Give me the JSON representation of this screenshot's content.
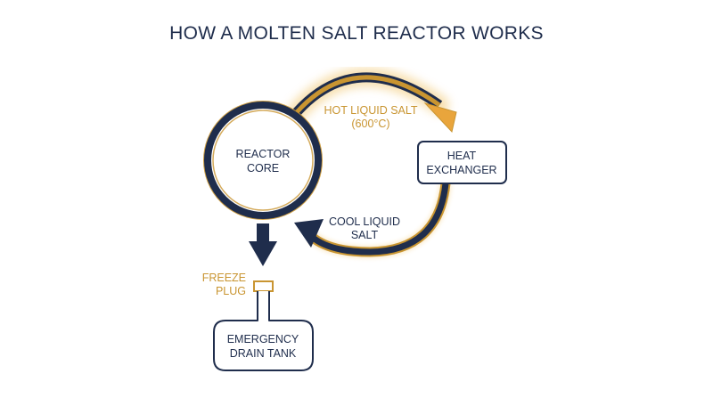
{
  "title": "HOW A MOLTEN SALT REACTOR WORKS",
  "nodes": {
    "reactor_core": {
      "line1": "REACTOR",
      "line2": "CORE"
    },
    "heat_exchanger": {
      "line1": "HEAT",
      "line2": "EXCHANGER"
    },
    "drain_tank": {
      "line1": "EMERGENCY",
      "line2": "DRAIN TANK"
    },
    "freeze_plug": {
      "line1": "FREEZE",
      "line2": "PLUG"
    }
  },
  "flows": {
    "hot": {
      "line1": "HOT LIQUID SALT",
      "line2": "(600°C)"
    },
    "cool": {
      "line1": "COOL LIQUID",
      "line2": "SALT"
    }
  },
  "colors": {
    "navy": "#1f2d4c",
    "gold": "#c99531",
    "glow": "#f2c872",
    "background": "#ffffff"
  }
}
